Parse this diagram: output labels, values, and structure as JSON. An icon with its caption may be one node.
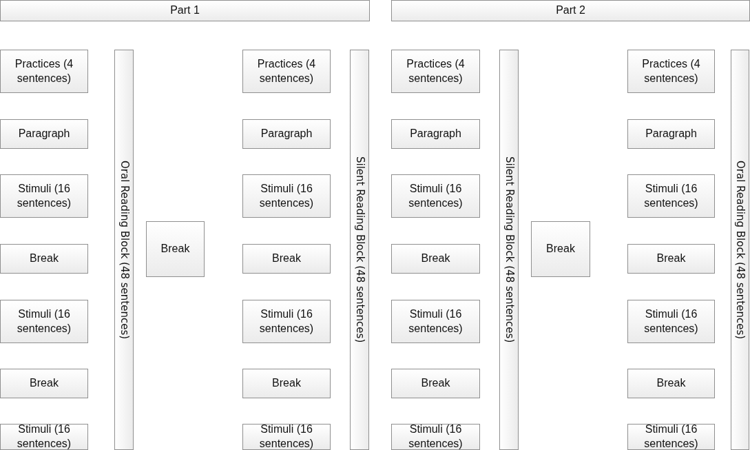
{
  "diagram": {
    "nodes": [
      {
        "text": [
          "Part 1"
        ]
      },
      {
        "text": [
          "Part 2"
        ]
      },
      {
        "text": [
          "Practices (4 sentences)"
        ]
      },
      {
        "text": [
          "Paragraph"
        ]
      },
      {
        "text": [
          "Stimuli (16 sentences)"
        ]
      },
      {
        "text": [
          "Break"
        ]
      },
      {
        "text": [
          "Stimuli (16 sentences)"
        ]
      },
      {
        "text": [
          "Break"
        ]
      },
      {
        "text": [
          "Stimuli (16 sentences)"
        ]
      },
      {
        "text": [
          "Oral Reading Block (48 sentences)"
        ]
      },
      {
        "text": [
          "Break"
        ]
      },
      {
        "text": [
          "Practices (4 sentences)"
        ]
      },
      {
        "text": [
          "Paragraph"
        ]
      },
      {
        "text": [
          "Stimuli (16 sentences)"
        ]
      },
      {
        "text": [
          "Break"
        ]
      },
      {
        "text": [
          "Stimuli (16 sentences)"
        ]
      },
      {
        "text": [
          "Break"
        ]
      },
      {
        "text": [
          "Stimuli (16 sentences)"
        ]
      },
      {
        "text": [
          "Silent Reading Block (48 sentences)"
        ]
      },
      {
        "text": [
          "Practices (4 sentences)"
        ]
      },
      {
        "text": [
          "Paragraph"
        ]
      },
      {
        "text": [
          "Stimuli (16 sentences)"
        ]
      },
      {
        "text": [
          "Break"
        ]
      },
      {
        "text": [
          "Stimuli (16 sentences)"
        ]
      },
      {
        "text": [
          "Break"
        ]
      },
      {
        "text": [
          "Stimuli (16 sentences)"
        ]
      },
      {
        "text": [
          "Silent Reading Block (48 sentences)"
        ]
      },
      {
        "text": [
          "Break"
        ]
      },
      {
        "text": [
          "Practices (4 sentences)"
        ]
      },
      {
        "text": [
          "Paragraph"
        ]
      },
      {
        "text": [
          "Stimuli (16 sentences)"
        ]
      },
      {
        "text": [
          "Break"
        ]
      },
      {
        "text": [
          "Stimuli (16 sentences)"
        ]
      },
      {
        "text": [
          "Break"
        ]
      },
      {
        "text": [
          "Stimuli (16 sentences)"
        ]
      },
      {
        "text": [
          "Oral Reading Block (48 sentences)"
        ]
      }
    ]
  }
}
